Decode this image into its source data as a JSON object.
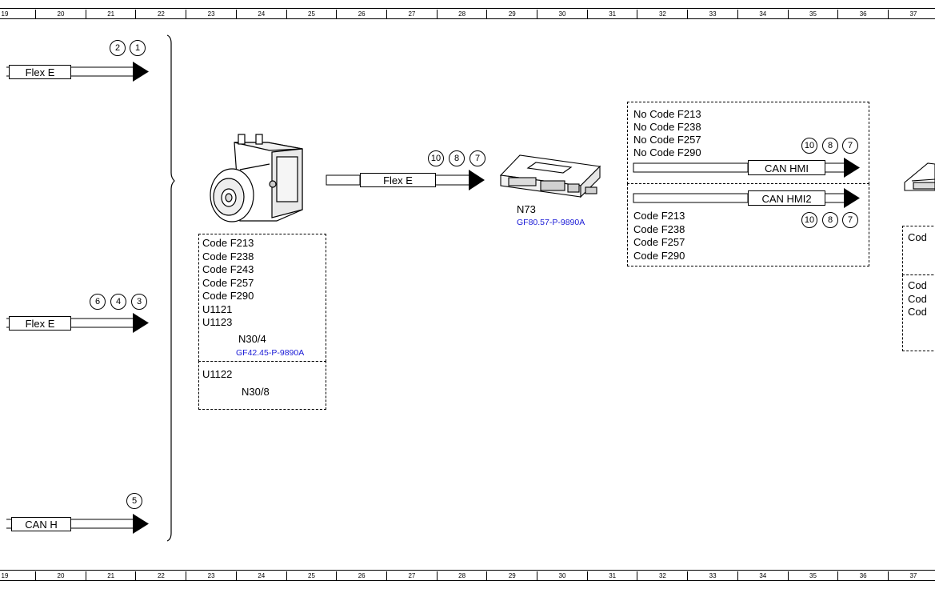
{
  "ruler": {
    "start": [
      "19"
    ],
    "columns": [
      "20",
      "21",
      "22",
      "23",
      "24",
      "25",
      "26",
      "27",
      "28",
      "29",
      "30",
      "31",
      "32",
      "33",
      "34",
      "35",
      "36",
      "37"
    ]
  },
  "left_signals": [
    {
      "label": "Flex E",
      "circles": [
        "2",
        "1"
      ]
    },
    {
      "label": "Flex E",
      "circles": [
        "6",
        "4",
        "3"
      ]
    },
    {
      "label": "CAN H",
      "circles": [
        "5"
      ]
    }
  ],
  "n30_4": {
    "codes": [
      "Code F213",
      "Code F238",
      "Code F243",
      "Code F257",
      "Code F290",
      "U1121",
      "U1123"
    ],
    "name": "N30/4",
    "ref": "GF42.45-P-9890A"
  },
  "n30_8": {
    "codes": [
      "U1122"
    ],
    "name": "N30/8"
  },
  "middle_signal": {
    "label": "Flex E",
    "circles": [
      "10",
      "8",
      "7"
    ]
  },
  "n73": {
    "name": "N73",
    "ref": "GF80.57-P-9890A"
  },
  "right_top": {
    "codes": [
      "No Code F213",
      "No Code F238",
      "No Code F257",
      "No Code F290"
    ],
    "signal": "CAN HMI",
    "circles": [
      "10",
      "8",
      "7"
    ]
  },
  "right_bottom": {
    "codes": [
      "Code F213",
      "Code F238",
      "Code F257",
      "Code F290"
    ],
    "signal": "CAN HMI2",
    "circles": [
      "10",
      "8",
      "7"
    ]
  },
  "far_right": {
    "top_codes": [
      "Cod"
    ],
    "bottom_codes": [
      "Cod",
      "Cod",
      "Cod"
    ]
  }
}
